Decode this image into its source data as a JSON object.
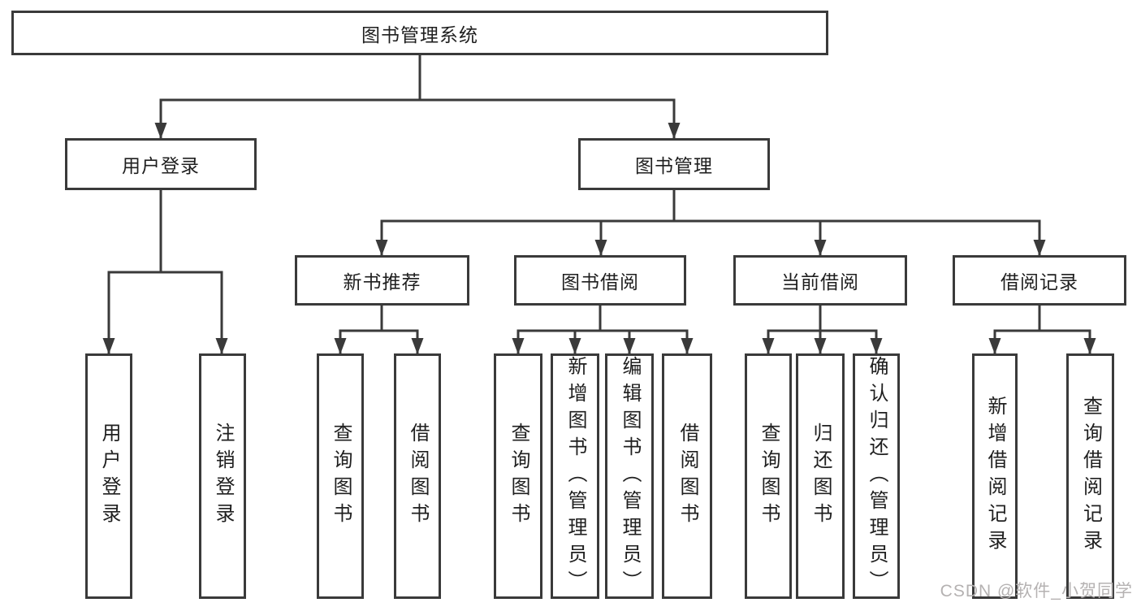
{
  "tree": {
    "root": {
      "label": "图书管理系统"
    },
    "children": [
      {
        "label": "用户登录",
        "children": [
          {
            "label": "用户登录"
          },
          {
            "label": "注销登录"
          }
        ]
      },
      {
        "label": "图书管理",
        "children": [
          {
            "label": "新书推荐",
            "children": [
              {
                "label": "查询图书"
              },
              {
                "label": "借阅图书"
              }
            ]
          },
          {
            "label": "图书借阅",
            "children": [
              {
                "label": "查询图书"
              },
              {
                "label": "新增图书（管理员）"
              },
              {
                "label": "编辑图书（管理员）"
              },
              {
                "label": "借阅图书"
              }
            ]
          },
          {
            "label": "当前借阅",
            "children": [
              {
                "label": "查询图书"
              },
              {
                "label": "归还图书"
              },
              {
                "label": "确认归还（管理员）"
              }
            ]
          },
          {
            "label": "借阅记录",
            "children": [
              {
                "label": "新增借阅记录"
              },
              {
                "label": "查询借阅记录"
              }
            ]
          }
        ]
      }
    ]
  },
  "watermark": "CSDN @软件_小贺同学",
  "colors": {
    "line": "#3a3a3a",
    "text": "#1f1f1f",
    "box_background": "#ffffff",
    "watermark": "#b5b2b2"
  }
}
